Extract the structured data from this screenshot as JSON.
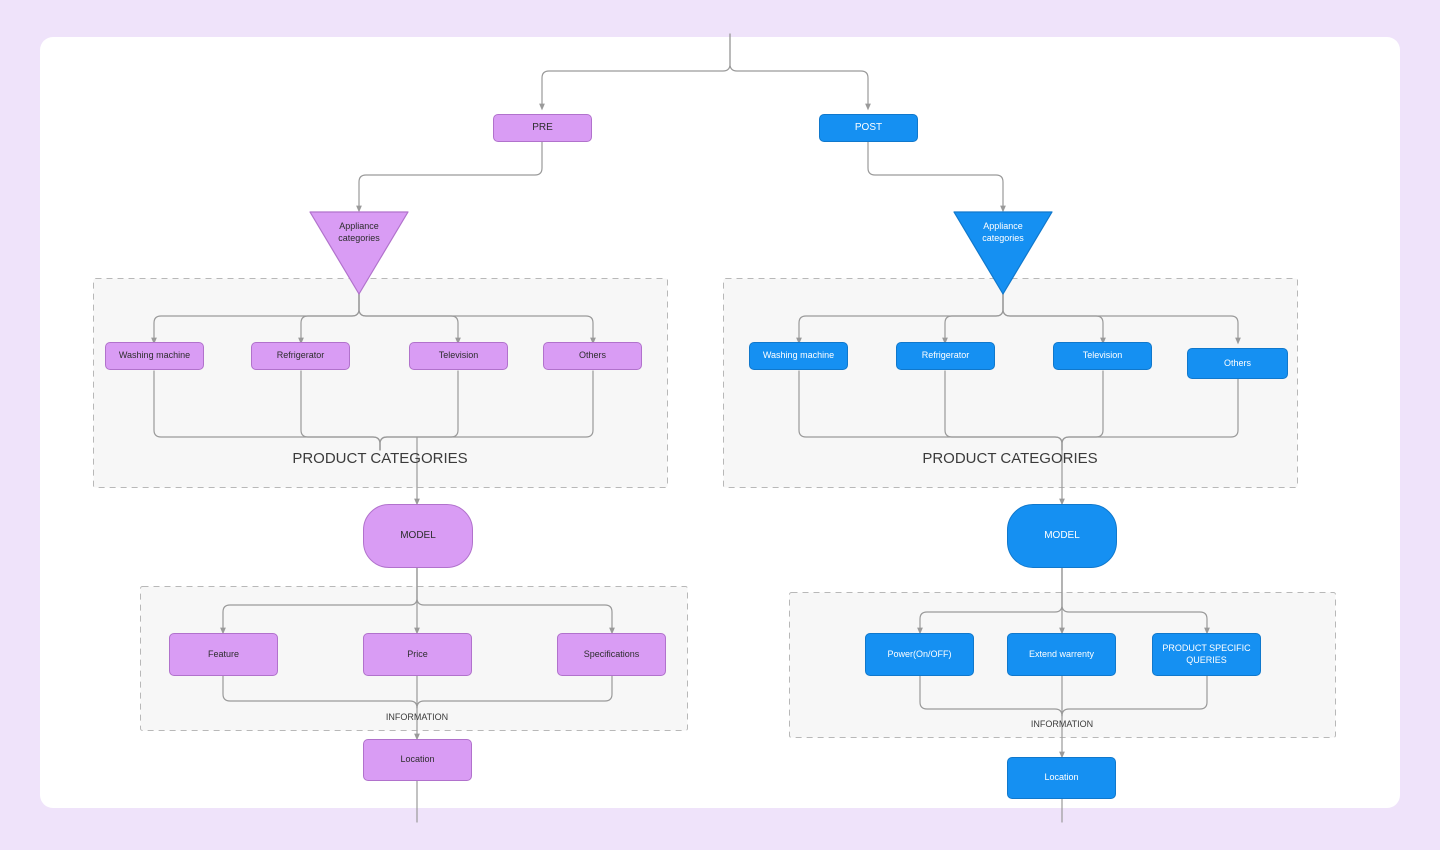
{
  "canvas": {
    "background_color": "#efe3fa",
    "board_color": "#ffffff"
  },
  "colors": {
    "pre_branch": "#d99cf4",
    "post_branch": "#1590f2",
    "connector": "#9a9a9a",
    "group_fill": "#f7f7f7",
    "group_border": "#b8b8b8"
  },
  "chart_data": {
    "type": "diagram",
    "title": "",
    "branches": [
      {
        "id": "pre",
        "root_label": "PRE",
        "color": "#d99cf4",
        "decision_label": "Appliance categories",
        "category_group_label": "PRODUCT CATEGORIES",
        "categories": [
          "Washing machine",
          "Refrigerator",
          "Television",
          "Others"
        ],
        "model_label": "MODEL",
        "information_group_label": "INFORMATION",
        "information": [
          "Feature",
          "Price",
          "Specifications"
        ],
        "final_label": "Location"
      },
      {
        "id": "post",
        "root_label": "POST",
        "color": "#1590f2",
        "decision_label": "Appliance categories",
        "category_group_label": "PRODUCT CATEGORIES",
        "categories": [
          "Washing machine",
          "Refrigerator",
          "Television",
          "Others"
        ],
        "model_label": "MODEL",
        "information_group_label": "INFORMATION",
        "information": [
          "Power(On/OFF)",
          "Extend warrenty",
          "PRODUCT SPECIFIC QUERIES"
        ],
        "final_label": "Location"
      }
    ]
  },
  "left": {
    "root": "PRE",
    "decision_line1": "Appliance",
    "decision_line2": "categories",
    "group_categories": "PRODUCT CATEGORIES",
    "cat1": "Washing machine",
    "cat2": "Refrigerator",
    "cat3": "Television",
    "cat4": "Others",
    "model": "MODEL",
    "group_information": "INFORMATION",
    "info1": "Feature",
    "info2": "Price",
    "info3": "Specifications",
    "location": "Location"
  },
  "right": {
    "root": "POST",
    "decision_line1": "Appliance",
    "decision_line2": "categories",
    "group_categories": "PRODUCT CATEGORIES",
    "cat1": "Washing machine",
    "cat2": "Refrigerator",
    "cat3": "Television",
    "cat4": "Others",
    "model": "MODEL",
    "group_information": "INFORMATION",
    "info1": "Power(On/OFF)",
    "info2": "Extend warrenty",
    "info3": "PRODUCT SPECIFIC",
    "info3b": "QUERIES",
    "location": "Location"
  }
}
